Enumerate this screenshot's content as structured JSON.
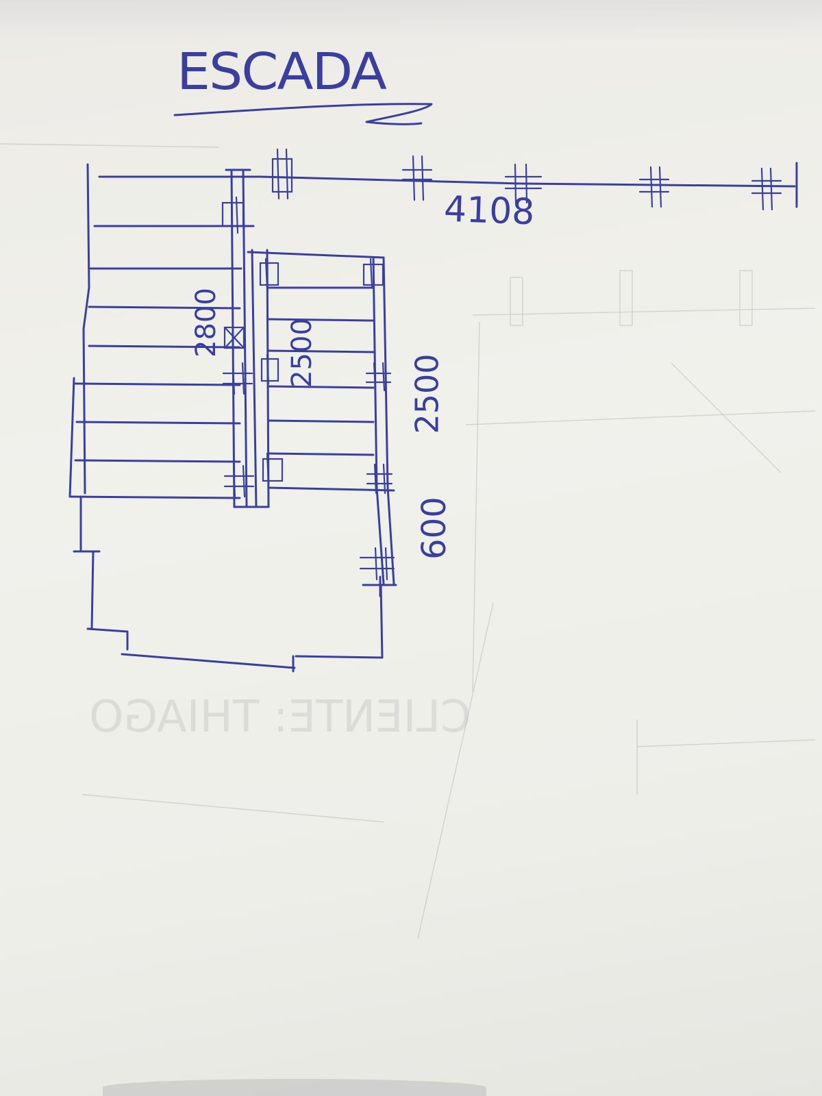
{
  "drawing": {
    "title": "ESCADA",
    "dimensions": {
      "top_run": "4108",
      "left_flight": "2800",
      "inner_flight": "2500",
      "right_side": "2500",
      "landing": "600"
    },
    "faint_reverse_text": "CLIENTE: THIAGO"
  },
  "colors": {
    "ink": "#3a3f9e",
    "paper": "#eeeee9"
  }
}
